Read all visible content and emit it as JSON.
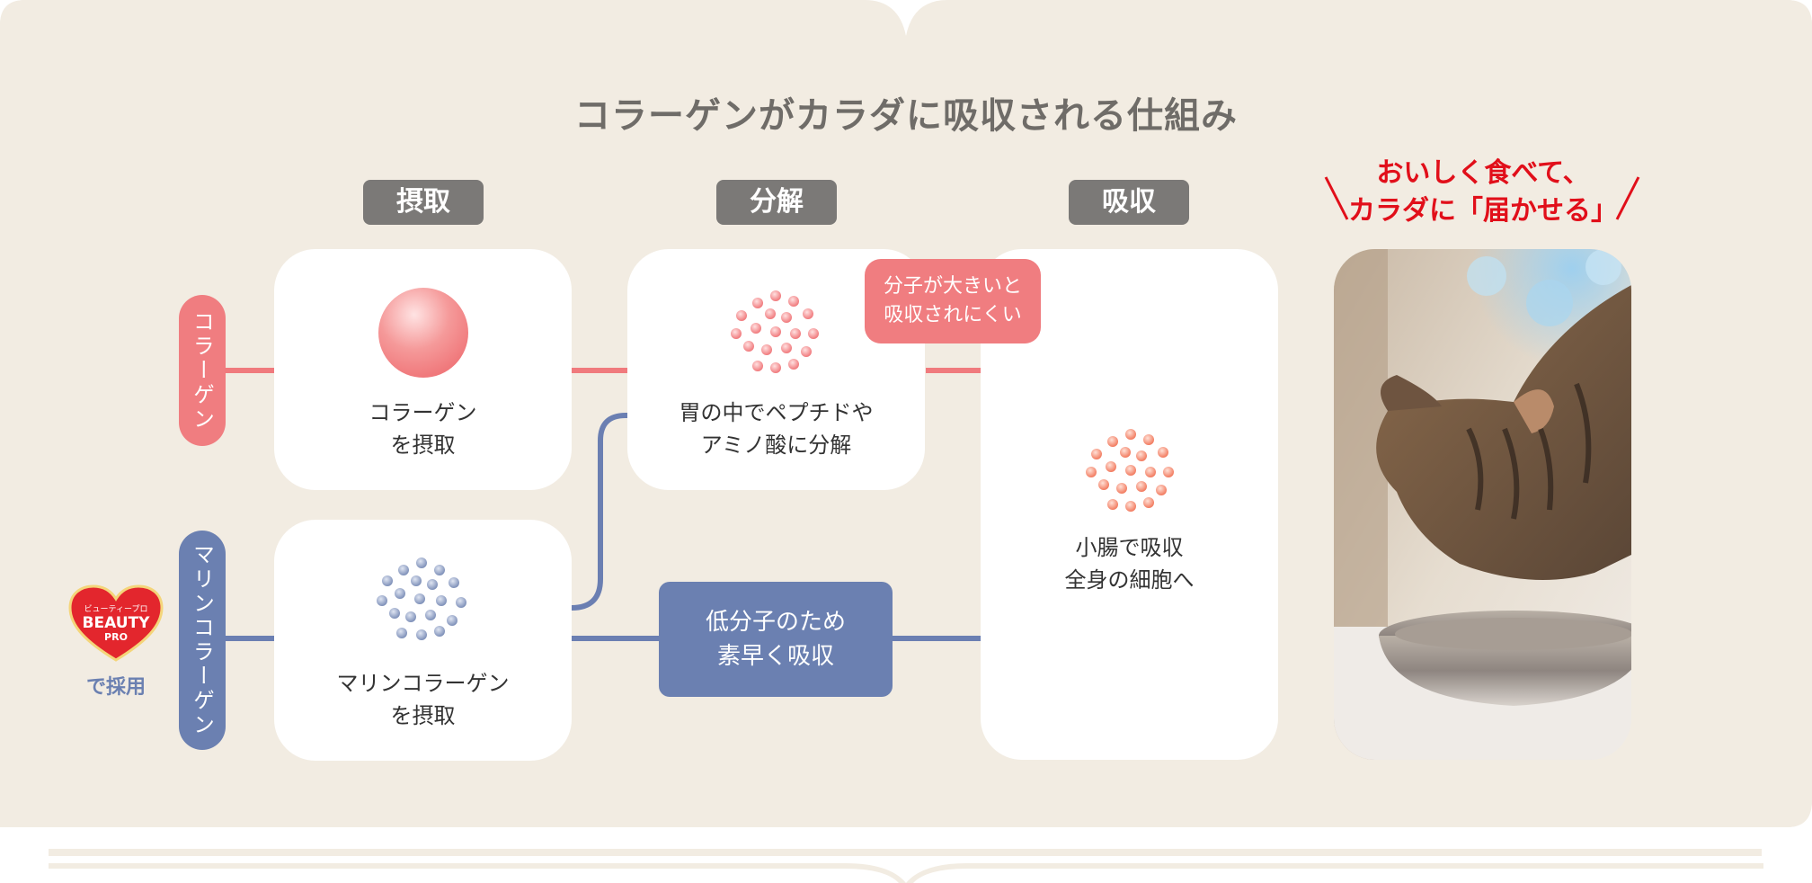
{
  "title": "コラーゲンがカラダに吸収される仕組み",
  "steps": [
    "摂取",
    "分解",
    "吸収"
  ],
  "rows": {
    "collagen_label": "コラーゲン",
    "marine_label": "マリンコラーゲン"
  },
  "cards": {
    "collagen_intake": [
      "コラーゲン",
      "を摂取"
    ],
    "marine_intake": [
      "マリンコラーゲン",
      "を摂取"
    ],
    "breakdown": [
      "胃の中でペプチドや",
      "アミノ酸に分解"
    ],
    "absorb": [
      "小腸で吸収",
      "全身の細胞へ"
    ]
  },
  "notes": {
    "large_molecule": [
      "分子が大きいと",
      "吸収されにくい"
    ],
    "low_molecule": [
      "低分子のため",
      "素早く吸収"
    ]
  },
  "tagline": [
    "おいしく食べて、",
    "カラダに「届かせる」"
  ],
  "badge": {
    "logo_top": "ビューティープロ",
    "logo_main": "BEAUTY",
    "logo_sub": "PRO",
    "caption": "で採用"
  },
  "photo": {
    "subject": "cat eating from bowl"
  },
  "colors": {
    "background": "#f2ece2",
    "collagen": "#f07a7d",
    "marine": "#6b7fb2",
    "step_label": "#7b7977",
    "tagline": "#e10f1a"
  }
}
